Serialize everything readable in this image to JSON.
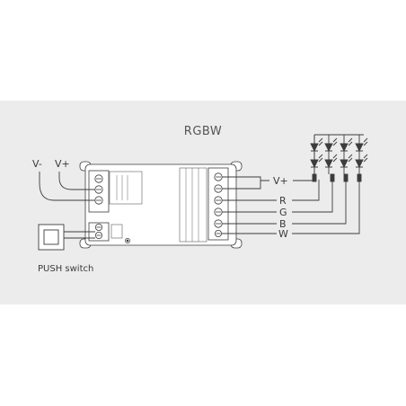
{
  "diagram": {
    "title": "RGBW",
    "power_labels": {
      "negative": "V-",
      "positive": "V+"
    },
    "output_labels": [
      "V+",
      "R",
      "G",
      "B",
      "W"
    ],
    "switch_label": "PUSH switch",
    "colors": {
      "panel": "#ececec",
      "line": "#3c3c3c",
      "device_fill": "#ffffff",
      "text": "#3a3a3a"
    },
    "icons": [
      "terminal-screw-icon",
      "push-button-icon",
      "led-diode-icon",
      "resistor-icon",
      "indicator-led-icon"
    ]
  }
}
